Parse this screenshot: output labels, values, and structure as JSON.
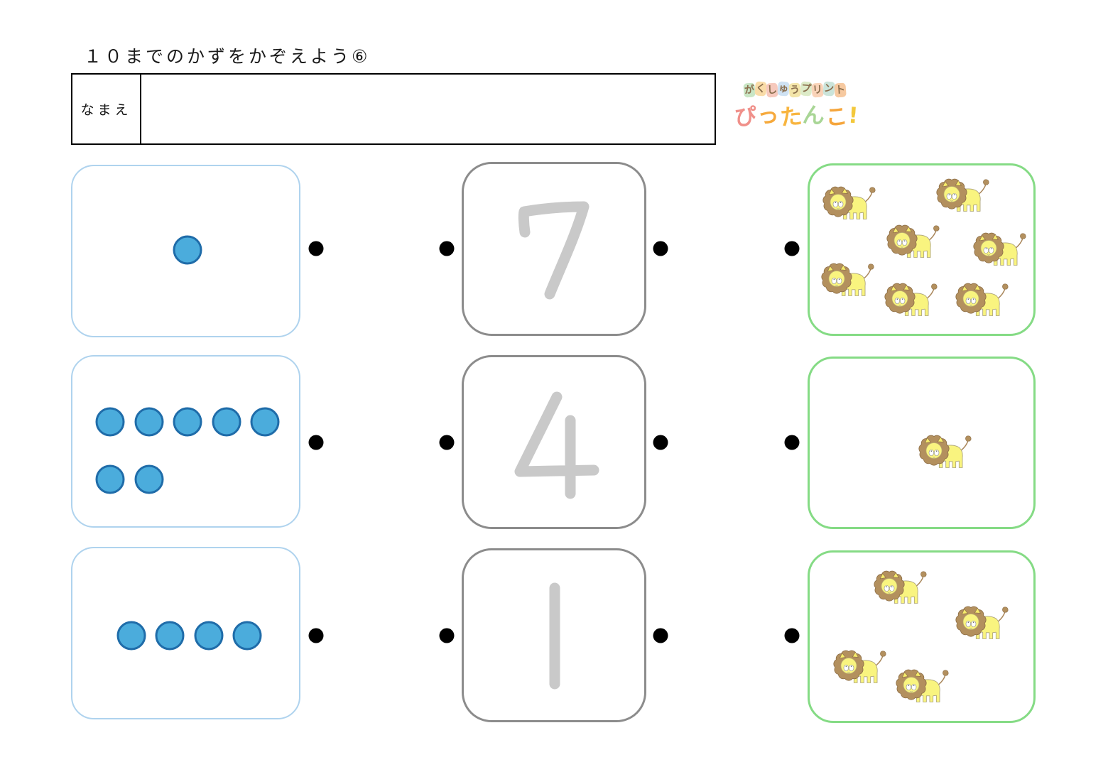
{
  "title": "１０までのかずをかぞえよう⑥",
  "name_box": {
    "label": "なまえ",
    "value": ""
  },
  "logo": {
    "line1": "がくしゅうプリント",
    "line1_color": "#8B6F4E",
    "line1_bg_colors": [
      "#C9E6C5",
      "#F9DCA8",
      "#F6C9BD",
      "#CFE2F3",
      "#F3E5A9",
      "#DDEBC8",
      "#F9D3B8",
      "#CBE4DA",
      "#F6C9A0"
    ],
    "line2_chars": [
      {
        "ch": "ぴ",
        "color": "#F0908A"
      },
      {
        "ch": "っ",
        "color": "#F6A93C"
      },
      {
        "ch": "た",
        "color": "#F8B53F"
      },
      {
        "ch": "ん",
        "color": "#A9D696"
      },
      {
        "ch": "こ",
        "color": "#F5A53B"
      },
      {
        "ch": "!",
        "color": "#F3C83B"
      }
    ]
  },
  "worksheet": {
    "rows": [
      {
        "dots": {
          "count": 1,
          "positions": [
            [
              162,
              118
            ]
          ]
        },
        "number": "7",
        "pictures": {
          "animal": "lion",
          "count": 7,
          "positions": [
            [
              58,
              57
            ],
            [
              218,
              46
            ],
            [
              148,
              111
            ],
            [
              270,
              122
            ],
            [
              56,
              165
            ],
            [
              145,
              193
            ],
            [
              245,
              193
            ]
          ]
        }
      },
      {
        "dots": {
          "count": 7,
          "positions": [
            [
              53,
              92
            ],
            [
              108,
              92
            ],
            [
              162,
              92
            ],
            [
              217,
              92
            ],
            [
              271,
              92
            ],
            [
              53,
              173
            ],
            [
              108,
              173
            ]
          ]
        },
        "number": "4",
        "pictures": {
          "animal": "lion",
          "count": 1,
          "positions": [
            [
              193,
              135
            ]
          ]
        }
      },
      {
        "dots": {
          "count": 4,
          "positions": [
            [
              83,
              123
            ],
            [
              137,
              123
            ],
            [
              192,
              123
            ],
            [
              246,
              123
            ]
          ]
        },
        "number": "1",
        "pictures": {
          "animal": "lion",
          "count": 4,
          "positions": [
            [
              130,
              53
            ],
            [
              245,
              103
            ],
            [
              73,
              165
            ],
            [
              161,
              192
            ]
          ]
        }
      }
    ]
  },
  "connectors": {
    "columns": [
      445,
      629,
      930,
      1115
    ],
    "rows": [
      350,
      623,
      895
    ]
  },
  "colors": {
    "dot_fill": "#4BACDC",
    "dot_stroke": "#1F6CA9",
    "dots_card_border": "#AFD3EE",
    "number_card_border": "#8C8C8C",
    "number_glyph": "#C9C9C9",
    "picture_card_border": "#85DB85",
    "connector_dot": "#000000",
    "lion_mane": "#B3905E",
    "lion_body": "#F9F47F"
  }
}
